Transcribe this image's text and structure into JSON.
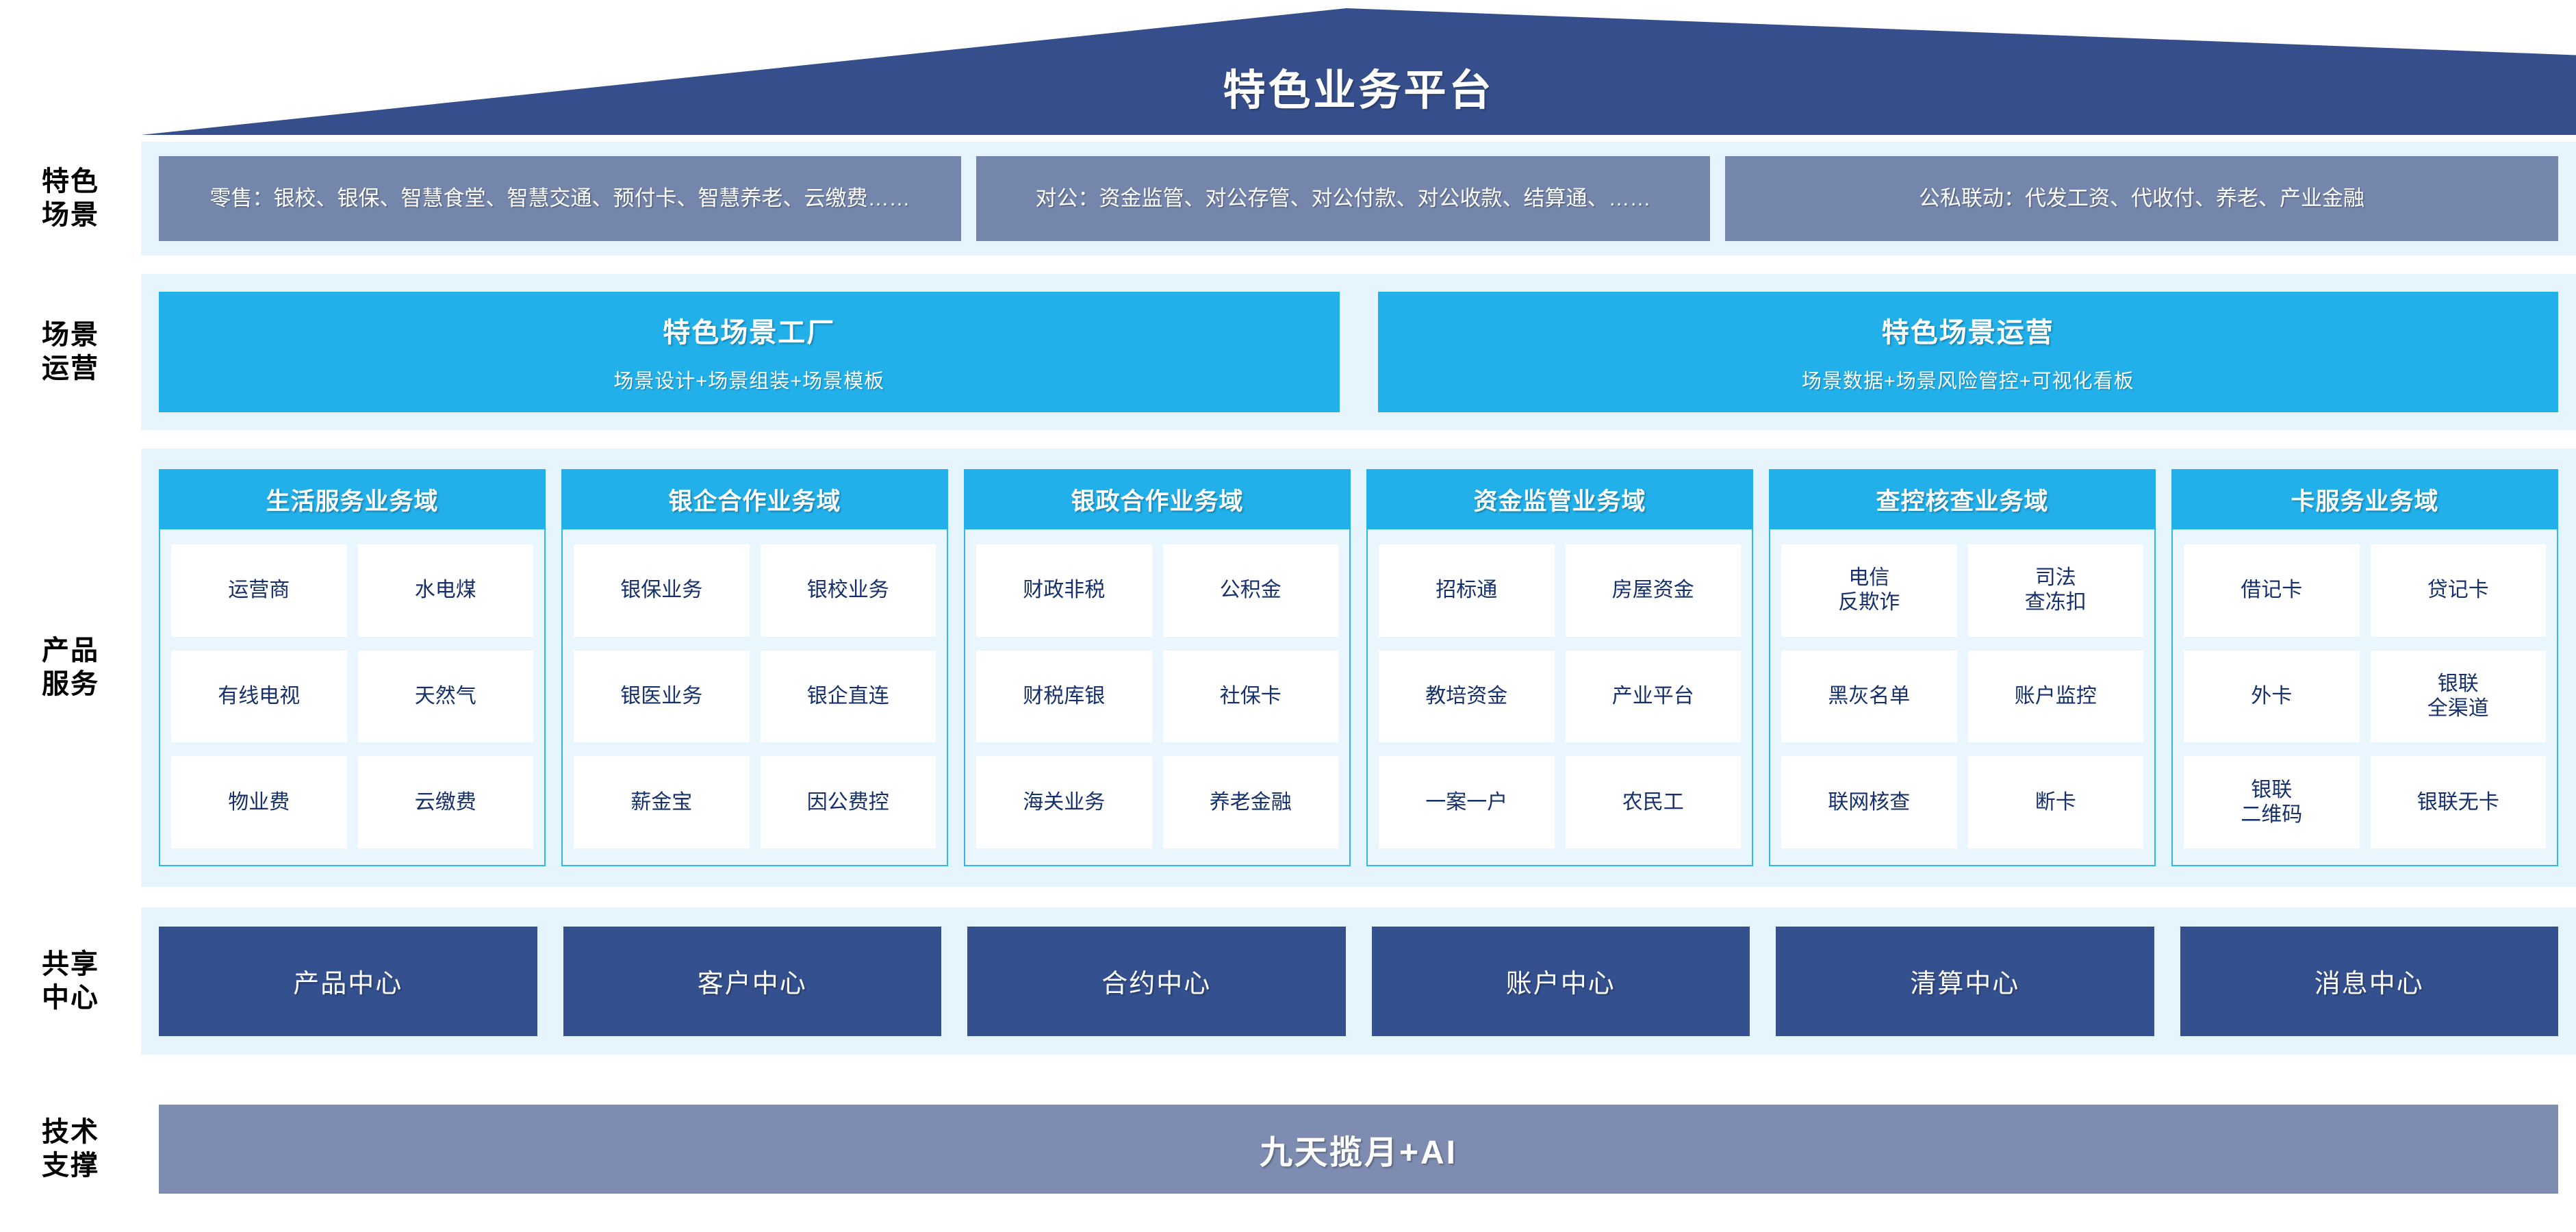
{
  "header": {
    "title": "特色业务平台"
  },
  "rows": {
    "scene": {
      "label": "特色\n场景",
      "boxes": [
        "零售：银校、银保、智慧食堂、智慧交通、预付卡、智慧养老、云缴费……",
        "对公：资金监管、对公存管、对公付款、对公收款、结算通、……",
        "公私联动：代发工资、代收付、养老、产业金融"
      ]
    },
    "operation": {
      "label": "场景\n运营",
      "boxes": [
        {
          "title": "特色场景工厂",
          "subtitle": "场景设计+场景组装+场景模板"
        },
        {
          "title": "特色场景运营",
          "subtitle": "场景数据+场景风险管控+可视化看板"
        }
      ]
    },
    "product": {
      "label": "产品\n服务",
      "domains": [
        {
          "title": "生活服务业务域",
          "items": [
            "运营商",
            "水电煤",
            "有线电视",
            "天然气",
            "物业费",
            "云缴费"
          ]
        },
        {
          "title": "银企合作业务域",
          "items": [
            "银保业务",
            "银校业务",
            "银医业务",
            "银企直连",
            "薪金宝",
            "因公费控"
          ]
        },
        {
          "title": "银政合作业务域",
          "items": [
            "财政非税",
            "公积金",
            "财税库银",
            "社保卡",
            "海关业务",
            "养老金融"
          ]
        },
        {
          "title": "资金监管业务域",
          "items": [
            "招标通",
            "房屋资金",
            "教培资金",
            "产业平台",
            "一案一户",
            "农民工"
          ]
        },
        {
          "title": "查控核查业务域",
          "items": [
            "电信\n反欺诈",
            "司法\n查冻扣",
            "黑灰名单",
            "账户监控",
            "联网核查",
            "断卡"
          ]
        },
        {
          "title": "卡服务业务域",
          "items": [
            "借记卡",
            "贷记卡",
            "外卡",
            "银联\n全渠道",
            "银联\n二维码",
            "银联无卡"
          ]
        }
      ]
    },
    "shared": {
      "label": "共享\n中心",
      "centers": [
        "产品中心",
        "客户中心",
        "合约中心",
        "账户中心",
        "清算中心",
        "消息中心"
      ]
    },
    "tech": {
      "label": "技术\n支撑",
      "bar": "九天揽月+AI"
    }
  },
  "colors": {
    "roof": "#364f8c",
    "band": "#e6f5fd",
    "scene_box": "#7586ad",
    "accent_cyan": "#21b0ea",
    "center_navy": "#34508f",
    "tech_bar": "#7d8cb0",
    "cell_text": "#16306b"
  }
}
